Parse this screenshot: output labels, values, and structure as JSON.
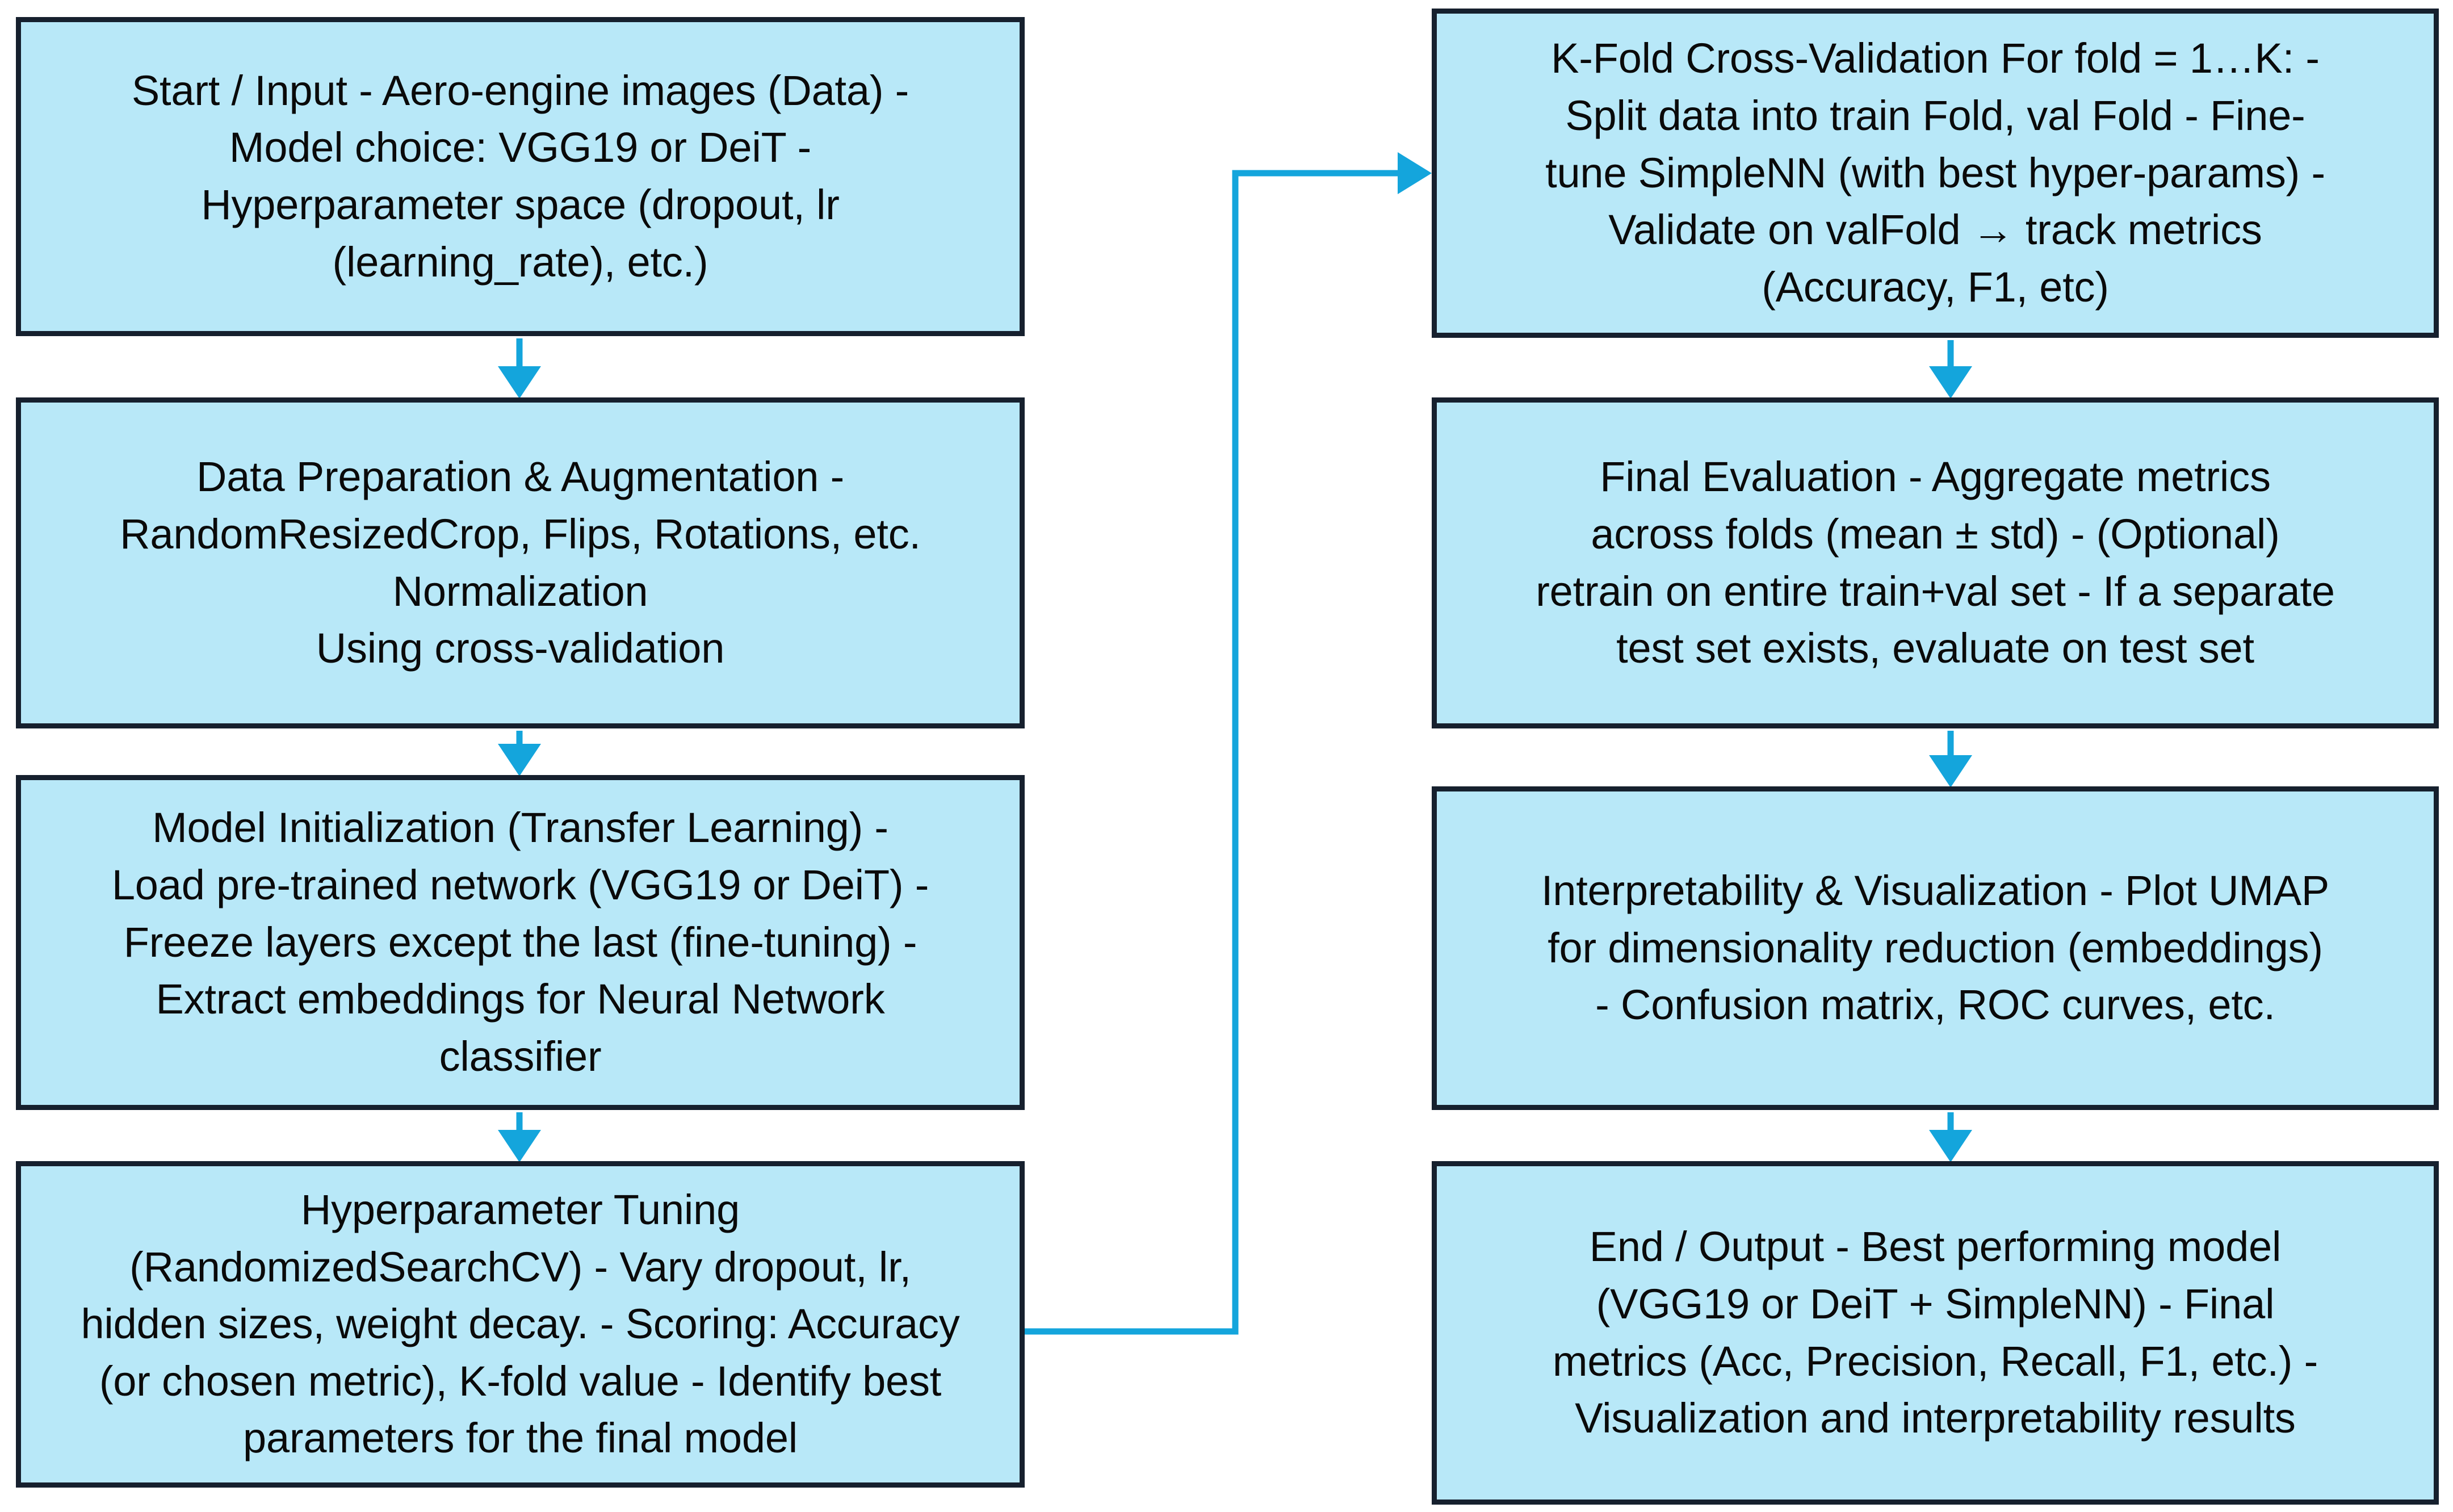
{
  "diagram": {
    "title": "Aero-engine image classification pipeline flowchart",
    "colors": {
      "node_fill": "#b8e8f8",
      "node_border": "#16202e",
      "connector": "#14a5dc",
      "text": "#0a0a0a",
      "background": "#ffffff"
    },
    "left_column": {
      "nodes": [
        {
          "id": "start-input",
          "text": "Start / Input - Aero-engine images (Data)  -\nModel choice: VGG19 or DeiT -\nHyperparameter space (dropout, lr\n(learning_rate), etc.)"
        },
        {
          "id": "data-preparation",
          "text": "Data Preparation & Augmentation -\nRandomResizedCrop, Flips, Rotations, etc.\nNormalization\nUsing cross-validation"
        },
        {
          "id": "model-initialization",
          "text": "Model Initialization (Transfer Learning)  -\nLoad pre-trained network (VGG19 or DeiT) -\nFreeze layers except the last (fine-tuning)  -\nExtract embeddings for Neural Network\nclassifier"
        },
        {
          "id": "hyperparameter-tuning",
          "text": "Hyperparameter Tuning\n(RandomizedSearchCV) - Vary dropout, lr,\nhidden sizes, weight decay. - Scoring: Accuracy\n(or chosen metric), K-fold value - Identify best\nparameters for the final model"
        }
      ]
    },
    "right_column": {
      "nodes": [
        {
          "id": "k-fold-cross-validation",
          "text": "K-Fold Cross-Validation For fold = 1…K:  -\nSplit data into train Fold, val Fold - Fine-\ntune SimpleNN (with best hyper-params)  -\nValidate on valFold → track metrics\n(Accuracy, F1, etc)"
        },
        {
          "id": "final-evaluation",
          "text": "Final Evaluation - Aggregate metrics\nacross folds (mean ± std) - (Optional)\nretrain on entire train+val set  - If a separate\ntest set exists, evaluate on test set"
        },
        {
          "id": "interpretability-visualization",
          "text": "Interpretability & Visualization  - Plot UMAP\nfor dimensionality reduction (embeddings)\n- Confusion matrix, ROC curves, etc."
        },
        {
          "id": "end-output",
          "text": "End / Output - Best performing model\n(VGG19 or DeiT + SimpleNN) - Final\nmetrics (Acc, Precision, Recall, F1, etc.) -\nVisualization and interpretability results"
        }
      ]
    },
    "connectors": [
      {
        "id": "start-to-prep",
        "from": "start-input",
        "to": "data-preparation",
        "style": "straight-down-arrow"
      },
      {
        "id": "prep-to-init",
        "from": "data-preparation",
        "to": "model-initialization",
        "style": "straight-down-arrow"
      },
      {
        "id": "init-to-tune",
        "from": "model-initialization",
        "to": "hyperparameter-tuning",
        "style": "straight-down-arrow"
      },
      {
        "id": "tune-to-kfold",
        "from": "hyperparameter-tuning",
        "to": "k-fold-cross-validation",
        "style": "elbow-right-up-arrow"
      },
      {
        "id": "kfold-to-eval",
        "from": "k-fold-cross-validation",
        "to": "final-evaluation",
        "style": "straight-down-arrow"
      },
      {
        "id": "eval-to-interp",
        "from": "final-evaluation",
        "to": "interpretability-visualization",
        "style": "straight-down-arrow"
      },
      {
        "id": "interp-to-end",
        "from": "interpretability-visualization",
        "to": "end-output",
        "style": "straight-down-arrow"
      }
    ]
  }
}
